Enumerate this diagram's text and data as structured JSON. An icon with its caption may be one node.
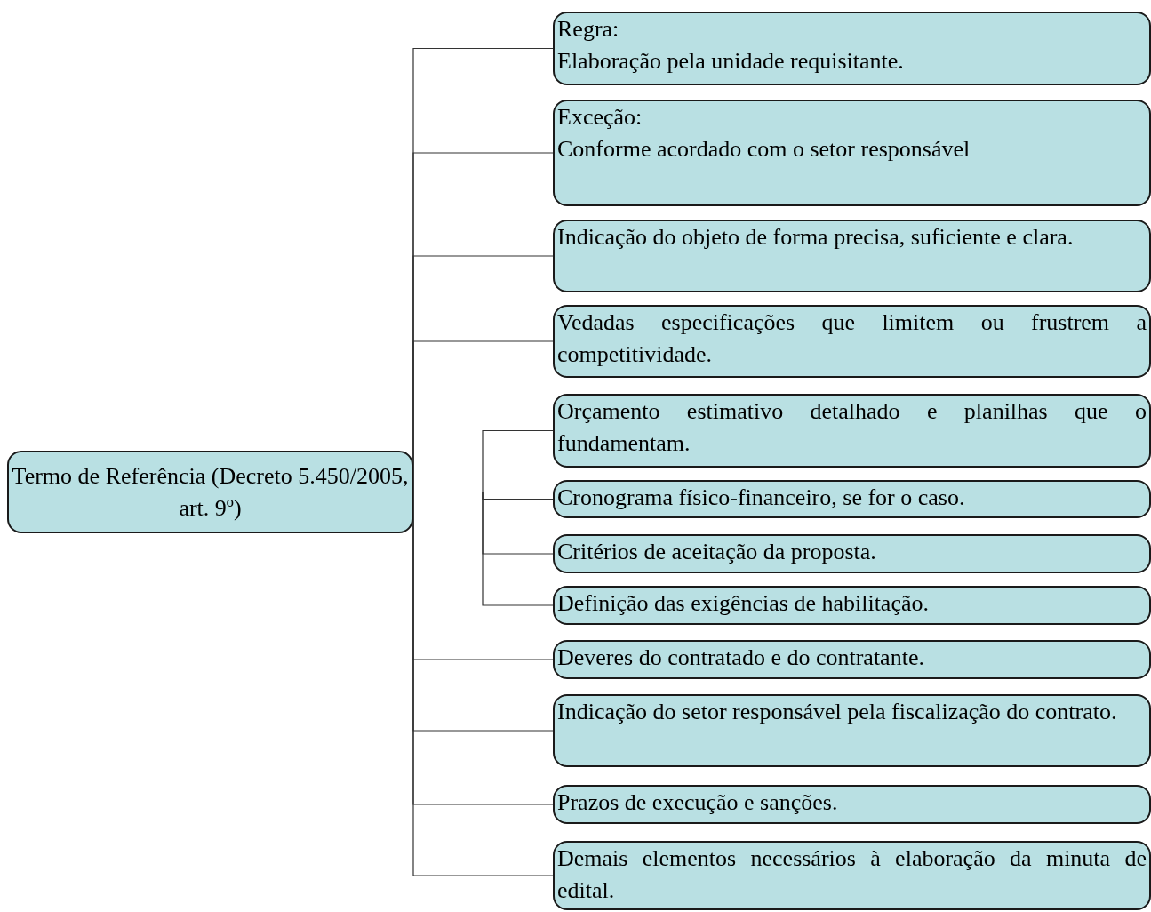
{
  "diagram": {
    "nodes": [
      {
        "text": [
          "Termo de Referência (Decreto 5.450/2005, art. 9º)"
        ]
      },
      {
        "text": [
          "Regra:",
          "Elaboração pela unidade requisitante."
        ]
      },
      {
        "text": [
          "Exceção:",
          "Conforme acordado com o setor responsável"
        ]
      },
      {
        "text": [
          "Indicação do objeto de forma precisa, suficiente e clara."
        ]
      },
      {
        "text": [
          "Vedadas especificações que limitem ou frustrem a competitividade."
        ]
      },
      {
        "text": [
          "Orçamento estimativo detalhado e planilhas que o fundamentam."
        ]
      },
      {
        "text": [
          "Cronograma físico-financeiro, se for o caso."
        ]
      },
      {
        "text": [
          "Critérios de aceitação da proposta."
        ]
      },
      {
        "text": [
          "Definição das exigências de habilitação."
        ]
      },
      {
        "text": [
          "Deveres do contratado e do contratante."
        ]
      },
      {
        "text": [
          "Indicação do setor responsável pela fiscalização do contrato."
        ]
      },
      {
        "text": [
          "Prazos de execução e sanções."
        ]
      },
      {
        "text": [
          "Demais elementos necessários à elaboração da minuta de edital."
        ]
      }
    ],
    "edges": [
      {
        "from": 0,
        "to": 1,
        "arrow": "none"
      },
      {
        "from": 0,
        "to": 2,
        "arrow": "none"
      },
      {
        "from": 0,
        "to": 3,
        "arrow": "none"
      },
      {
        "from": 0,
        "to": 4,
        "arrow": "none"
      },
      {
        "from": 0,
        "to": 5,
        "arrow": "none"
      },
      {
        "from": 0,
        "to": 6,
        "arrow": "none"
      },
      {
        "from": 0,
        "to": 7,
        "arrow": "none"
      },
      {
        "from": 0,
        "to": 8,
        "arrow": "none"
      },
      {
        "from": 0,
        "to": 9,
        "arrow": "none"
      },
      {
        "from": 0,
        "to": 10,
        "arrow": "none"
      },
      {
        "from": 0,
        "to": 11,
        "arrow": "none"
      },
      {
        "from": 0,
        "to": 12,
        "arrow": "none"
      }
    ]
  }
}
